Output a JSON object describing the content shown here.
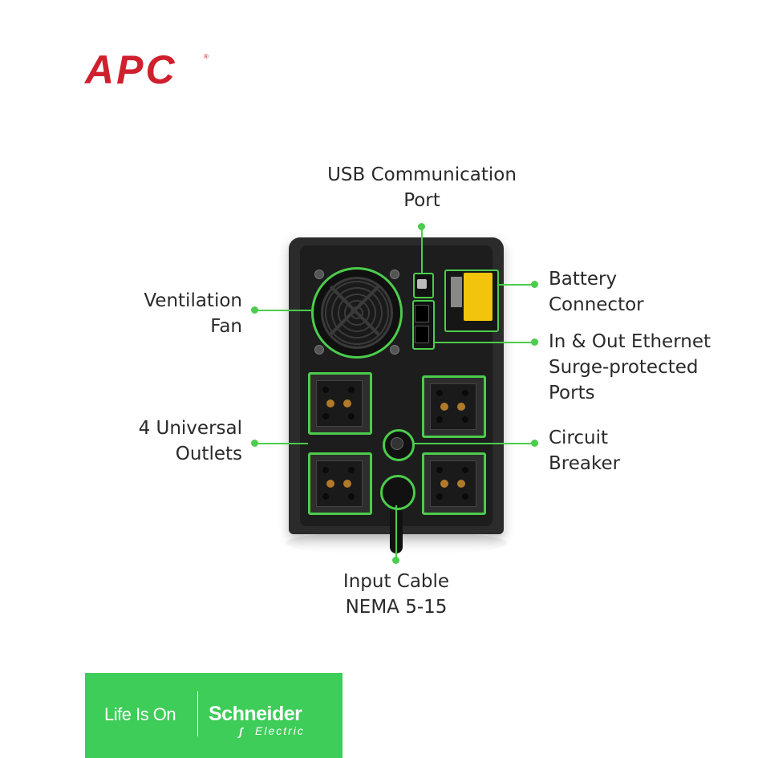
{
  "brand": {
    "logo_text": "APC",
    "logo_color": "#d0202e",
    "trademark": "®"
  },
  "callouts": {
    "usb": [
      "USB Communication",
      "Port"
    ],
    "fan": [
      "Ventilation",
      "Fan"
    ],
    "battery": [
      "Battery",
      "Connector"
    ],
    "ethernet": [
      "In & Out Ethernet",
      "Surge-protected",
      "Ports"
    ],
    "outlets": [
      "4 Universal",
      "Outlets"
    ],
    "breaker": [
      "Circuit",
      "Breaker"
    ],
    "cable": [
      "Input Cable",
      "NEMA 5-15"
    ]
  },
  "accent_color": "#4ccc4c",
  "banner": {
    "tagline": "Life Is On",
    "company": "Schneider",
    "company_sub": "Electric",
    "color": "#3dcd58"
  }
}
